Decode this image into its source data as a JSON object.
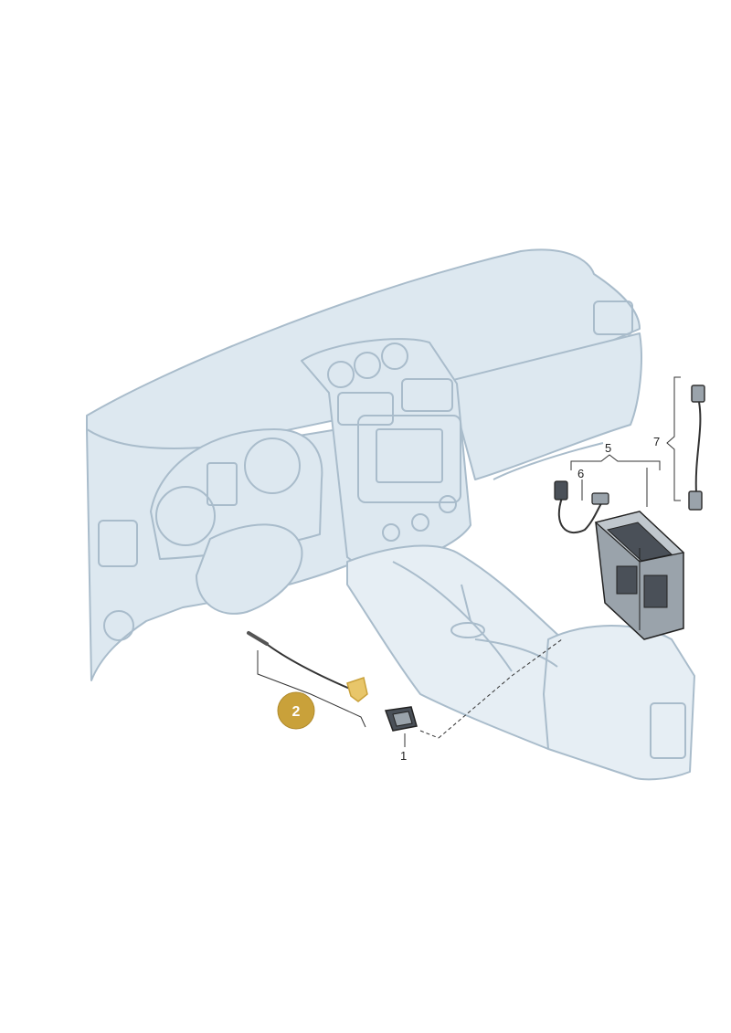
{
  "colors": {
    "dash_fill": "#dde8f0",
    "dash_shade": "#c8d8e4",
    "outline": "#a9bccb",
    "part_fill": "#9aa3ab",
    "part_dark": "#4a5058",
    "highlight": "#c9a13a",
    "highlight_fill": "#e8c66a",
    "badge": "#c9a13a",
    "line": "#333333"
  },
  "parts": [
    {
      "id": "1",
      "label": "1"
    },
    {
      "id": "2",
      "label": "2",
      "highlighted": true
    },
    {
      "id": "5",
      "label": "5"
    },
    {
      "id": "6",
      "label": "6"
    },
    {
      "id": "7",
      "label": "7"
    }
  ]
}
